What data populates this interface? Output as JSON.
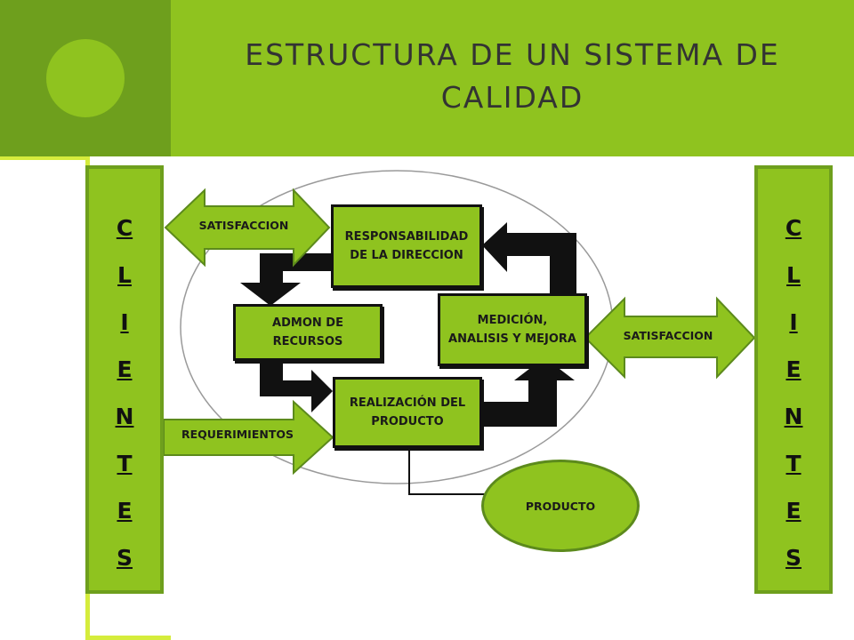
{
  "title_line1": "ESTRUCTURA DE UN SISTEMA DE",
  "title_line2": "CALIDAD",
  "clientes_left": [
    "C",
    "L",
    "I",
    "E",
    "N",
    "T",
    "E",
    "S"
  ],
  "clientes_right": [
    "C",
    "L",
    "I",
    "E",
    "N",
    "T",
    "E",
    "S"
  ],
  "boxes": {
    "responsabilidad": "RESPONSABILIDAD DE LA DIRECCION",
    "admon": "ADMON DE RECURSOS",
    "medicion": "MEDICIÓN, ANALISIS Y MEJORA",
    "realizacion": "REALIZACIÓN DEL PRODUCTO"
  },
  "arrows": {
    "satisfaccion_left": "SATISFACCION",
    "satisfaccion_right": "SATISFACCION",
    "requerimientos": "REQUERIMIENTOS"
  },
  "producto": "PRODUCTO",
  "colors": {
    "accent_green": "#8fc31f",
    "dark_green": "#6e9f1d",
    "light_yellow_green": "#d5ec3c",
    "outline": "#111111"
  }
}
